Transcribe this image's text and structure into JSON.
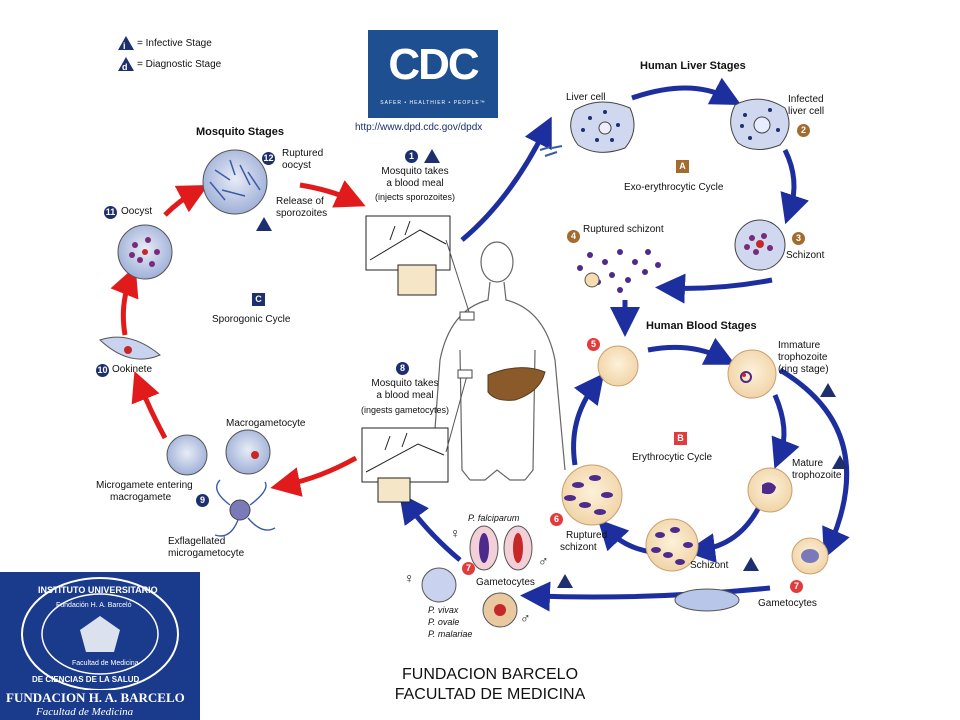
{
  "legend": {
    "infective_symbol": "i",
    "infective_label": "= Infective Stage",
    "diagnostic_symbol": "d",
    "diagnostic_label": "= Diagnostic Stage"
  },
  "cdc": {
    "logo_text": "CDC",
    "tagline": "SAFER • HEALTHIER • PEOPLE™",
    "url": "http://www.dpd.cdc.gov/dpdx"
  },
  "sections": {
    "mosquito": "Mosquito Stages",
    "liver": "Human Liver Stages",
    "blood": "Human Blood Stages"
  },
  "cycles": {
    "a_letter": "A",
    "a_label": "Exo-erythrocytic Cycle",
    "b_letter": "B",
    "b_label": "Erythrocytic Cycle",
    "c_letter": "C",
    "c_label": "Sporogonic Cycle"
  },
  "stages": {
    "s1_num": "1",
    "s1_line1": "Mosquito takes",
    "s1_line2": "a blood meal",
    "s1_line3": "(injects sporozoites)",
    "liver_cell": "Liver cell",
    "s2_num": "2",
    "s2_line1": "Infected",
    "s2_line2": "liver cell",
    "s3_num": "3",
    "s3_label": "Schizont",
    "s4_num": "4",
    "s4_label": "Ruptured schizont",
    "s5_num": "5",
    "imm_line1": "Immature",
    "imm_line2": "trophozoite",
    "imm_line3": "(ring stage)",
    "mat_line1": "Mature",
    "mat_line2": "trophozoite",
    "schizont_blood": "Schizont",
    "s6_num": "6",
    "rupt_line1": "Ruptured",
    "rupt_line2": "schizont",
    "s7_num": "7",
    "gametocytes": "Gametocytes",
    "s7b_num": "7",
    "gametocytes2": "Gametocytes",
    "falciparum": "P. falciparum",
    "vivax": "P. vivax",
    "ovale": "P. ovale",
    "malariae": "P. malariae",
    "female_sym": "♀",
    "male_sym": "♂",
    "s8_num": "8",
    "s8_line1": "Mosquito takes",
    "s8_line2": "a blood meal",
    "s8_line3": "(ingests gametocytes)",
    "macro": "Macrogametocyte",
    "s9_num": "9",
    "micro_line1": "Microgamete entering",
    "micro_line2": "macrogamete",
    "exfl_line1": "Exflagellated",
    "exfl_line2": "microgametocyte",
    "s10_num": "10",
    "ookinete": "Ookinete",
    "s11_num": "11",
    "oocyst": "Oocyst",
    "s12_num": "12",
    "rupt_oocyst1": "Ruptured",
    "rupt_oocyst2": "oocyst",
    "rel_line1": "Release of",
    "rel_line2": "sporozoites"
  },
  "footer": {
    "line1": "FUNDACION BARCELO",
    "line2": "FACULTAD DE MEDICINA"
  },
  "seal": {
    "ring_top": "INSTITUTO UNIVERSITARIO",
    "ring_bottom": "DE CIENCIAS DE LA SALUD",
    "inner": "Fundación H. A. Barceló",
    "faculty": "Facultad de Medicina",
    "bar_title": "FUNDACION H. A. BARCELO",
    "bar_sub": "Facultad de Medicina"
  },
  "colors": {
    "arrow_blue": "#1d2f9e",
    "arrow_red": "#e11b1b",
    "badge_dark": "#1d2f6e",
    "badge_brown": "#a36b2e",
    "seal_blue": "#1a3a8c",
    "cdc_blue": "#1d4f91"
  }
}
